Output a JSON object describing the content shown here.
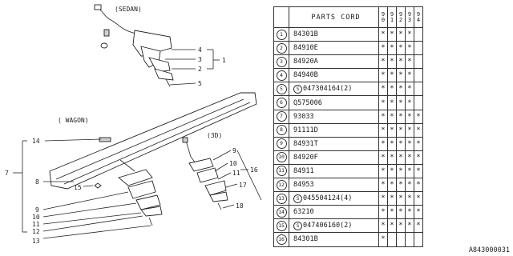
{
  "diagram": {
    "labels": {
      "sedan": "(SEDAN)",
      "wagon": "( WAGON)",
      "3d": "(3D)"
    },
    "callouts": [
      "1",
      "2",
      "3",
      "4",
      "5",
      "7",
      "8",
      "9",
      "10",
      "11",
      "12",
      "13",
      "14",
      "15",
      "16",
      "17",
      "18",
      "9",
      "10",
      "11"
    ]
  },
  "table": {
    "header": "PARTS CORD",
    "years": [
      "90",
      "91",
      "92",
      "93",
      "94"
    ],
    "rows": [
      {
        "idx": "1",
        "s": false,
        "code": "84301B",
        "marks": [
          "*",
          "*",
          "*",
          "*",
          ""
        ]
      },
      {
        "idx": "2",
        "s": false,
        "code": "84910E",
        "marks": [
          "*",
          "*",
          "*",
          "*",
          ""
        ]
      },
      {
        "idx": "3",
        "s": false,
        "code": "84920A",
        "marks": [
          "*",
          "*",
          "*",
          "*",
          ""
        ]
      },
      {
        "idx": "4",
        "s": false,
        "code": "84940B",
        "marks": [
          "*",
          "*",
          "*",
          "*",
          ""
        ]
      },
      {
        "idx": "5",
        "s": true,
        "code": "047304164(2)",
        "marks": [
          "*",
          "*",
          "*",
          "*",
          ""
        ]
      },
      {
        "idx": "6",
        "s": false,
        "code": "Q575006",
        "marks": [
          "*",
          "*",
          "*",
          "*",
          ""
        ]
      },
      {
        "idx": "7",
        "s": false,
        "code": "93033",
        "marks": [
          "*",
          "*",
          "*",
          "*",
          "*"
        ]
      },
      {
        "idx": "8",
        "s": false,
        "code": "91111D",
        "marks": [
          "*",
          "*",
          "*",
          "*",
          "*"
        ]
      },
      {
        "idx": "9",
        "s": false,
        "code": "84931T",
        "marks": [
          "*",
          "*",
          "*",
          "*",
          "*"
        ]
      },
      {
        "idx": "10",
        "s": false,
        "code": "84920F",
        "marks": [
          "*",
          "*",
          "*",
          "*",
          "*"
        ]
      },
      {
        "idx": "11",
        "s": false,
        "code": "84911",
        "marks": [
          "*",
          "*",
          "*",
          "*",
          "*"
        ]
      },
      {
        "idx": "12",
        "s": false,
        "code": "84953",
        "marks": [
          "*",
          "*",
          "*",
          "*",
          "*"
        ]
      },
      {
        "idx": "13",
        "s": true,
        "code": "045504124(4)",
        "marks": [
          "*",
          "*",
          "*",
          "*",
          "*"
        ]
      },
      {
        "idx": "14",
        "s": false,
        "code": "63210",
        "marks": [
          "*",
          "*",
          "*",
          "*",
          "*"
        ]
      },
      {
        "idx": "15",
        "s": true,
        "code": "047406160(2)",
        "marks": [
          "*",
          "*",
          "*",
          "*",
          "*"
        ]
      },
      {
        "idx": "16",
        "s": false,
        "code": "84301B",
        "marks": [
          "*",
          "",
          "",
          "",
          ""
        ]
      }
    ]
  },
  "reference": "A843000031"
}
